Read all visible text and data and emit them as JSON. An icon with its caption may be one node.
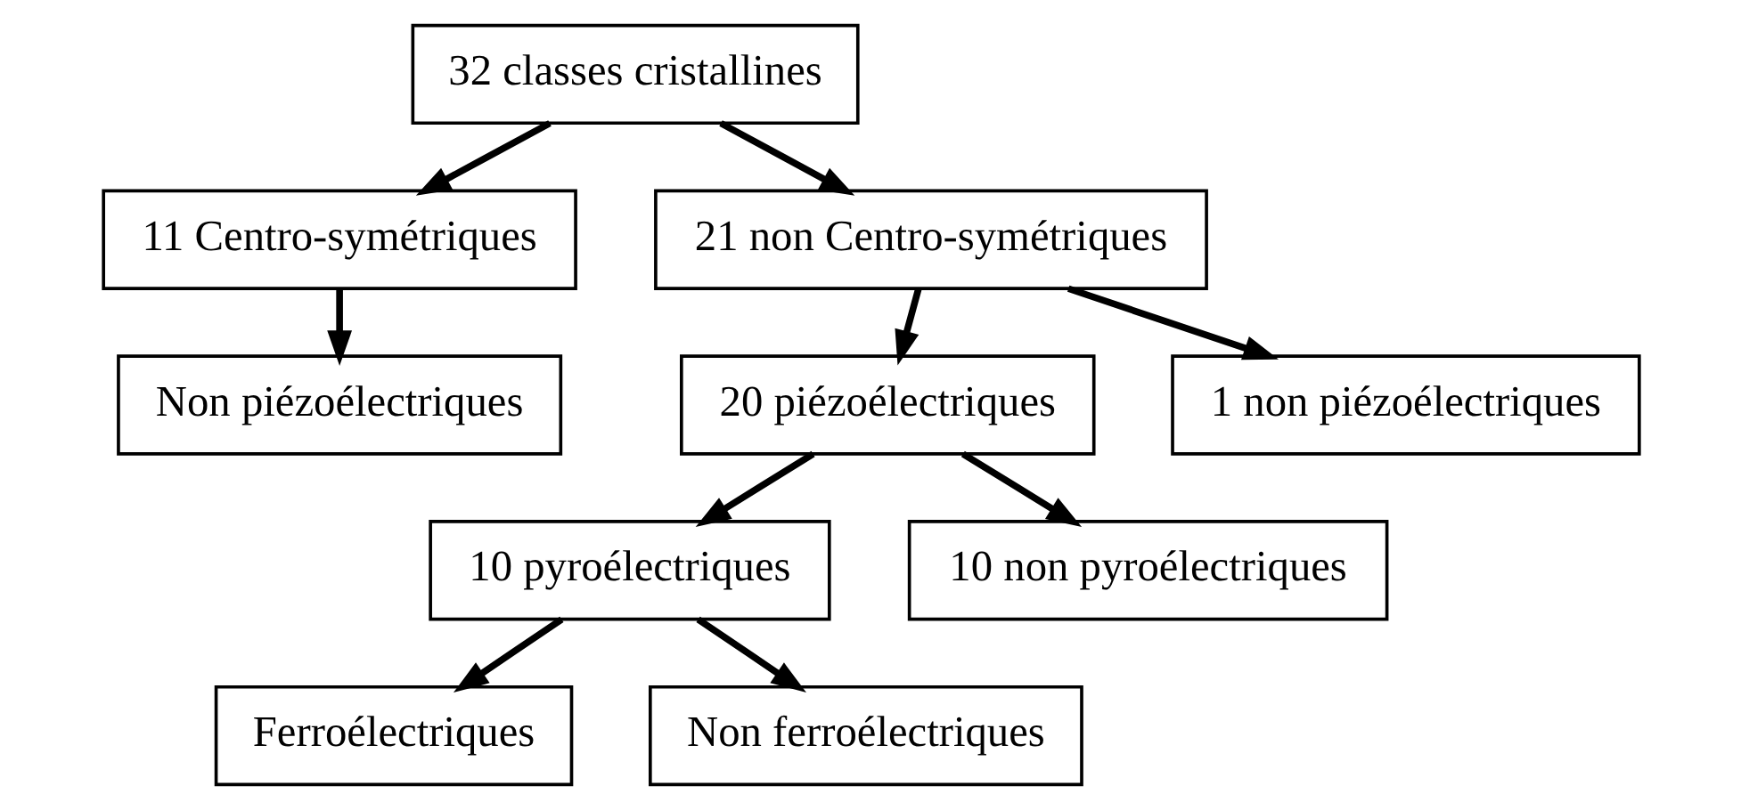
{
  "diagram": {
    "nodes": [
      {
        "text": [
          "32 classes cristallines"
        ]
      },
      {
        "text": [
          "11 Centro-symétriques"
        ]
      },
      {
        "text": [
          "21 non Centro-symétriques"
        ]
      },
      {
        "text": [
          "Non piézoélectriques"
        ]
      },
      {
        "text": [
          "20 piézoélectriques"
        ]
      },
      {
        "text": [
          "1 non piézoélectriques"
        ]
      },
      {
        "text": [
          "10 pyroélectriques"
        ]
      },
      {
        "text": [
          "10 non pyroélectriques"
        ]
      },
      {
        "text": [
          "Ferroélectriques"
        ]
      },
      {
        "text": [
          "Non ferroélectriques"
        ]
      }
    ],
    "edges": [
      {
        "from": 0,
        "to": 1,
        "arrow": "to"
      },
      {
        "from": 0,
        "to": 2,
        "arrow": "to"
      },
      {
        "from": 1,
        "to": 3,
        "arrow": "to"
      },
      {
        "from": 2,
        "to": 4,
        "arrow": "to"
      },
      {
        "from": 2,
        "to": 5,
        "arrow": "to"
      },
      {
        "from": 4,
        "to": 6,
        "arrow": "to"
      },
      {
        "from": 4,
        "to": 7,
        "arrow": "to"
      },
      {
        "from": 6,
        "to": 8,
        "arrow": "to"
      },
      {
        "from": 6,
        "to": 9,
        "arrow": "to"
      }
    ]
  }
}
